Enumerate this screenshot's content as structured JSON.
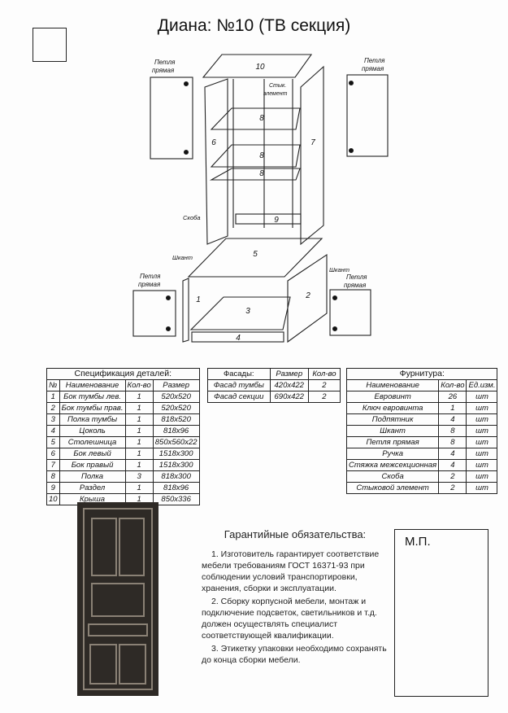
{
  "title": "Диана: №10 (ТВ секция)",
  "diagram": {
    "hinge_label_1": "Петля",
    "hinge_label_2": "прямая",
    "joint_label_1": "Стык.",
    "joint_label_2": "элемент",
    "bracket_label": "Скоба",
    "dowel_label_left": "Шкант",
    "dowel_label_right": "Шкант",
    "parts": [
      "1",
      "2",
      "3",
      "4",
      "5",
      "6",
      "7",
      "8",
      "8",
      "8",
      "9",
      "10"
    ]
  },
  "spec": {
    "caption": "Спецификация деталей:",
    "headers": [
      "№",
      "Наименование",
      "Кол-во",
      "Размер"
    ],
    "rows": [
      [
        "1",
        "Бок тумбы лев.",
        "1",
        "520x520"
      ],
      [
        "2",
        "Бок тумбы прав.",
        "1",
        "520x520"
      ],
      [
        "3",
        "Полка тумбы",
        "1",
        "818x520"
      ],
      [
        "4",
        "Цоколь",
        "1",
        "818x96"
      ],
      [
        "5",
        "Столешница",
        "1",
        "850x560x22"
      ],
      [
        "6",
        "Бок левый",
        "1",
        "1518x300"
      ],
      [
        "7",
        "Бок правый",
        "1",
        "1518x300"
      ],
      [
        "8",
        "Полка",
        "3",
        "818x300"
      ],
      [
        "9",
        "Раздел",
        "1",
        "818x96"
      ],
      [
        "10",
        "Крыша",
        "1",
        "850x336"
      ]
    ]
  },
  "facades": {
    "headers": [
      "Фасады:",
      "Размер",
      "Кол-во"
    ],
    "rows": [
      [
        "Фасад тумбы",
        "420x422",
        "2"
      ],
      [
        "Фасад секции",
        "690x422",
        "2"
      ]
    ]
  },
  "hardware": {
    "caption": "Фурнитура:",
    "headers": [
      "Наименование",
      "Кол-во",
      "Ед.изм."
    ],
    "rows": [
      [
        "Евровинт",
        "26",
        "шт"
      ],
      [
        "Ключ евровинта",
        "1",
        "шт"
      ],
      [
        "Подпятник",
        "4",
        "шт"
      ],
      [
        "Шкант",
        "8",
        "шт"
      ],
      [
        "Петля прямая",
        "8",
        "шт"
      ],
      [
        "Ручка",
        "4",
        "шт"
      ],
      [
        "Стяжка межсекционная",
        "4",
        "шт"
      ],
      [
        "Скоба",
        "2",
        "шт"
      ],
      [
        "Стыковой элемент",
        "2",
        "шт"
      ]
    ]
  },
  "guarantee": {
    "title": "Гарантийные обязательства:",
    "items": [
      "1. Изготовитель гарантирует соответствие мебели требованиям ГОСТ 16371-93 при соблюдении условий транспортировки, хранения, сборки и эксплуатации.",
      "2. Сборку корпусной мебели, монтаж и подключение подсветок, светильников и т.д. должен осуществлять специалист соответствующей квалификации.",
      "3. Этикетку упаковки необходимо сохранять до конца сборки мебели."
    ]
  },
  "stamp_label": "М.П."
}
